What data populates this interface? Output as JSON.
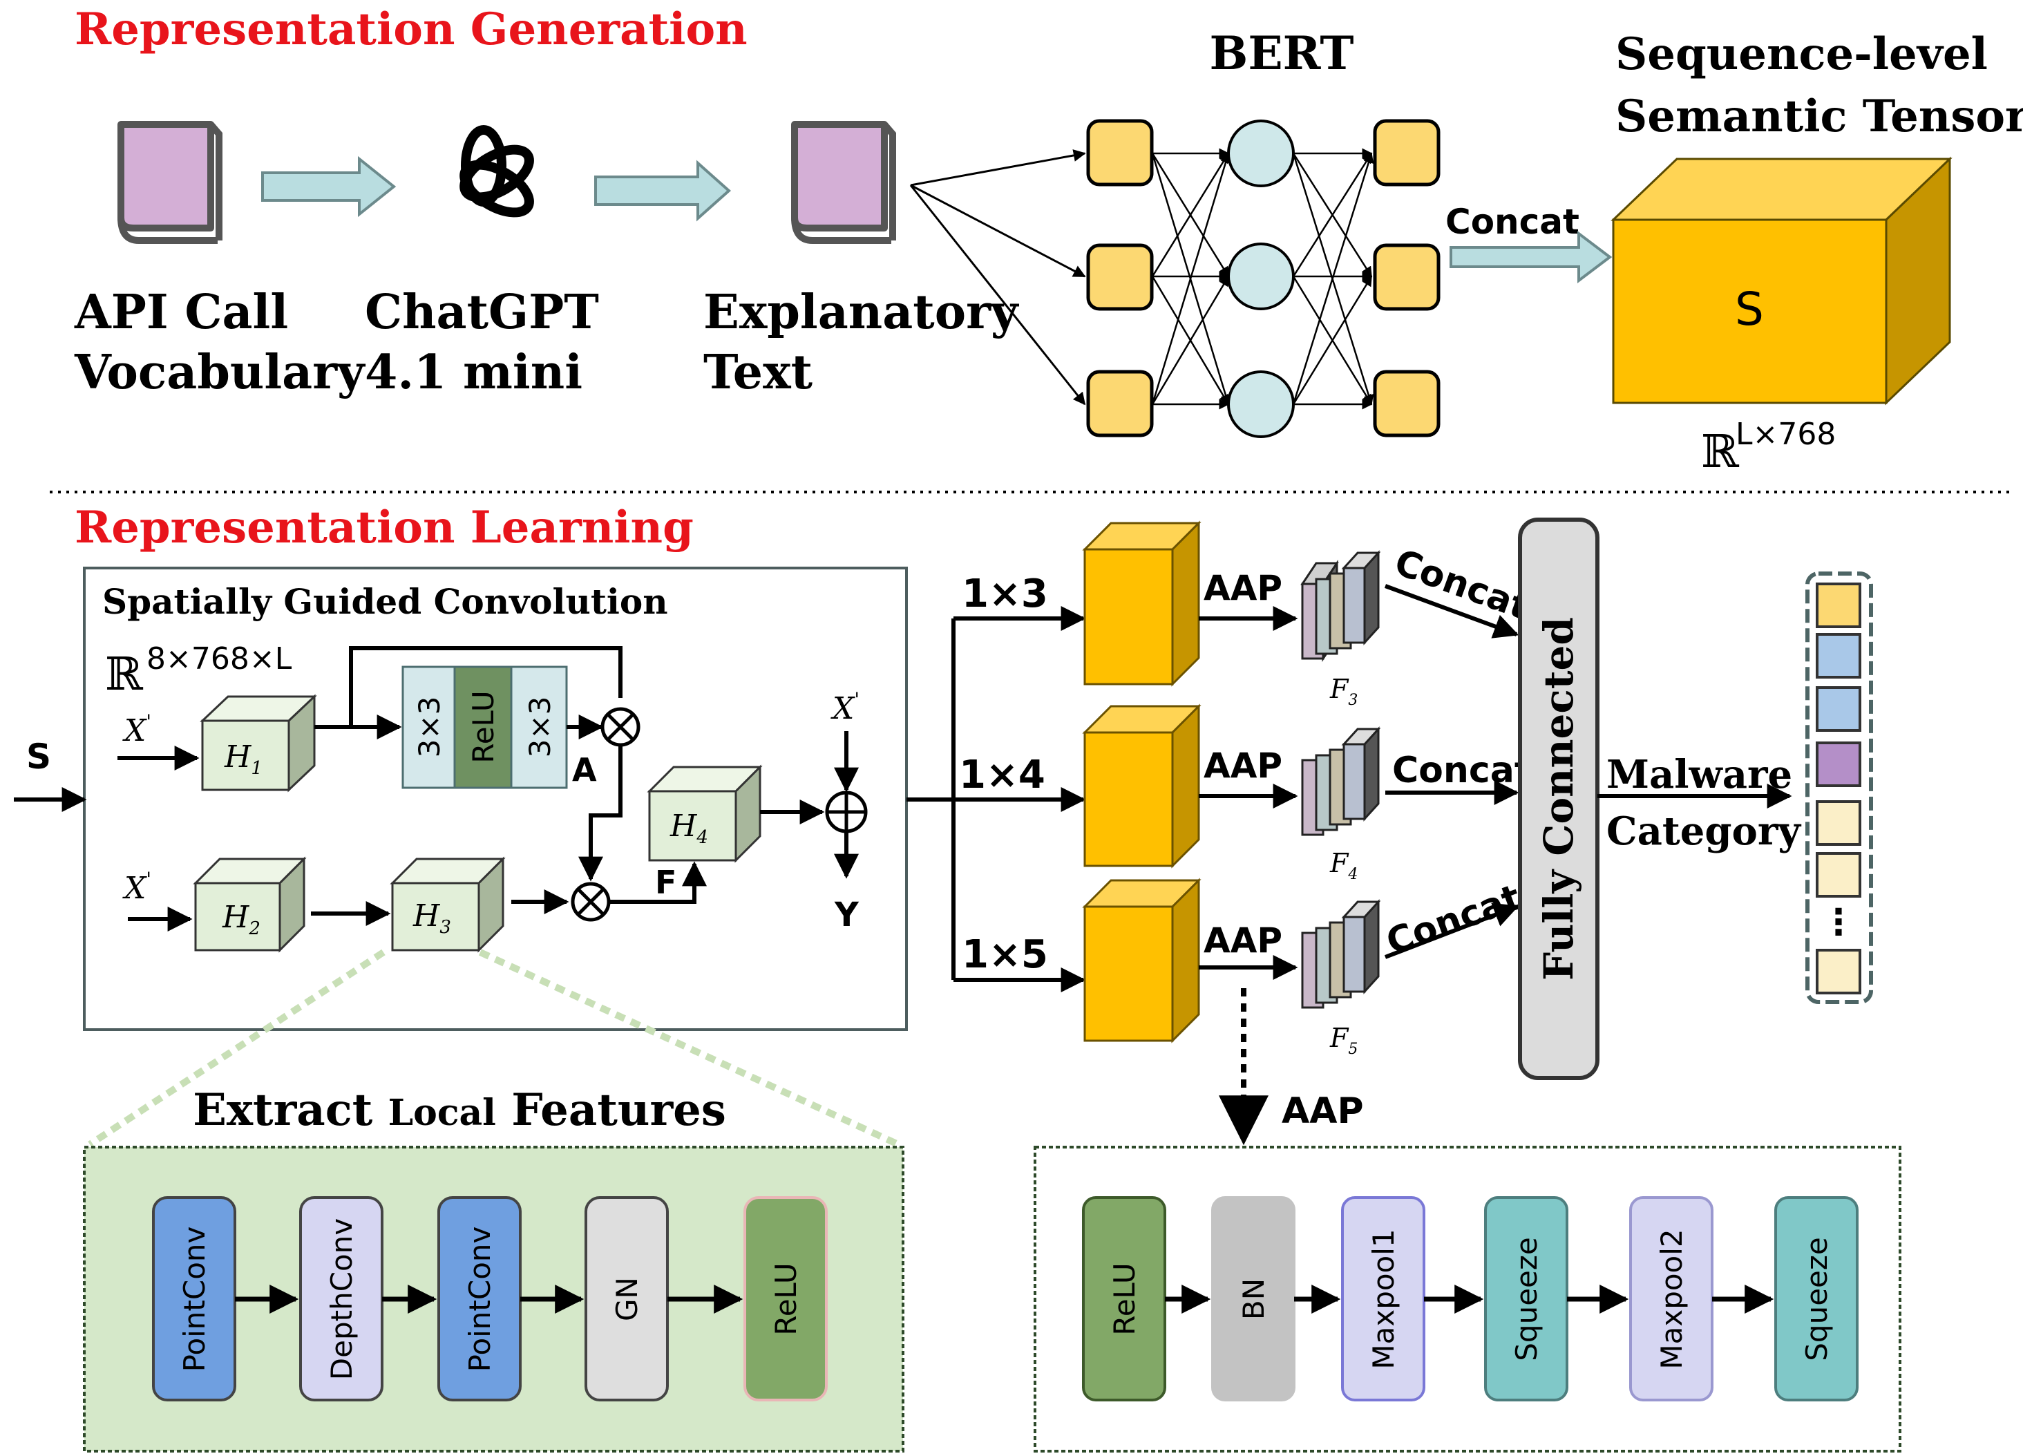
{
  "top": {
    "section_title": "Representation Generation",
    "vocab_label_1": "API Call",
    "vocab_label_2": "Vocabulary",
    "chatgpt_label_1": "ChatGPT",
    "chatgpt_label_2": "4.1 mini",
    "expl_label_1": "Explanatory",
    "expl_label_2": "Text",
    "bert_label": "BERT",
    "concat_label": "Concat",
    "tensor_title_1": "Sequence-level",
    "tensor_title_2": "Semantic Tensor",
    "tensor_letter": "S",
    "tensor_space": "ℝ",
    "tensor_dims": "L×768"
  },
  "bottom": {
    "section_title": "Representation Learning",
    "sgc_title": "Spatially Guided Convolution",
    "sgc_space": "ℝ",
    "sgc_dims": "8×768×L",
    "input_s": "S",
    "x_prime": "X",
    "x_prime_mark": "'",
    "h1": "H",
    "h1_sub": "1",
    "h2": "H",
    "h2_sub": "2",
    "h3": "H",
    "h3_sub": "3",
    "h4": "H",
    "h4_sub": "4",
    "conv_a": "3×3",
    "conv_relu": "ReLU",
    "conv_b": "3×3",
    "label_a": "A",
    "label_f": "F",
    "label_y": "Y",
    "branches": [
      {
        "kernel": "1×3",
        "aap": "AAP",
        "feature": "F",
        "feature_sub": "3",
        "concat": "Concat"
      },
      {
        "kernel": "1×4",
        "aap": "AAP",
        "feature": "F",
        "feature_sub": "4",
        "concat": "Concat"
      },
      {
        "kernel": "1×5",
        "aap": "AAP",
        "feature": "F",
        "feature_sub": "5",
        "concat": "Concat"
      }
    ],
    "fully_connected": "Fully Connected",
    "output_1": "Malware",
    "output_2": "Category",
    "output_dots": "⋮",
    "local_title_a": "Extract ",
    "local_title_b": "Local",
    "local_title_c": " Features",
    "local_steps": [
      "PointConv",
      "DepthConv",
      "PointConv",
      "GN",
      "ReLU"
    ],
    "aap_label": "AAP",
    "aap_steps": [
      "ReLU",
      "BN",
      "Maxpool1",
      "Squeeze",
      "Maxpool2",
      "Squeeze"
    ]
  },
  "colors": {
    "title_red": "#e8141b",
    "node_yellow": "#fcd872",
    "node_teal": "#cfe8ea",
    "tensor_front": "#ffc000",
    "tensor_side": "#c69500",
    "h_block": "#e2efd9",
    "arrow_fill": "#b9dde0",
    "local_bg": "#d5e8c9",
    "point_blue": "#6f9fe0",
    "depth_lilac": "#d6d6f2",
    "gn_gray": "#dedede",
    "relu_green": "#82a867",
    "bn_gray": "#c3c3c3",
    "squeeze_teal": "#80c8c8",
    "fc_gray": "#dcdcdc"
  },
  "output_vector_colors": [
    "#fcd872",
    "#a9c8e8",
    "#a9c8e8",
    "#b48fc8",
    "#fbefc8",
    "#fbefc8",
    "#fbefc8"
  ]
}
